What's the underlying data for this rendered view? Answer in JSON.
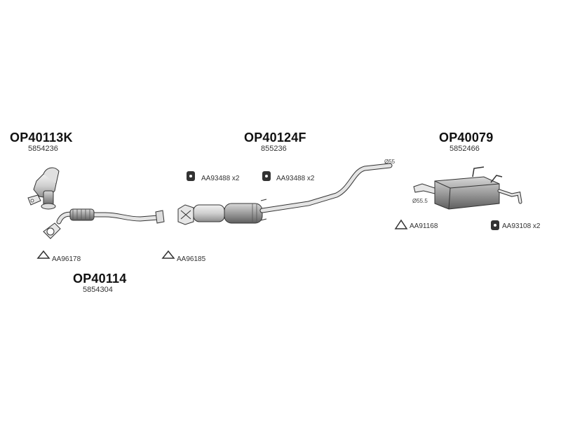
{
  "parts": {
    "cat_front": {
      "code": "OP40113K",
      "oem": "5854236"
    },
    "front_pipe": {
      "code": "OP40114",
      "oem": "5854304"
    },
    "dpf_middle": {
      "code": "OP40124F",
      "oem": "855236"
    },
    "rear_silencer": {
      "code": "OP40079",
      "oem": "5852466"
    }
  },
  "accessories": [
    {
      "ref": "AA96178",
      "icon": "gasket-icon"
    },
    {
      "ref": "AA96185",
      "icon": "gasket-icon"
    },
    {
      "ref": "AA93488 x2",
      "icon": "rubber-hanger-icon"
    },
    {
      "ref": "AA93488 x2",
      "icon": "rubber-hanger-icon"
    },
    {
      "ref": "AA91168",
      "icon": "gasket-icon"
    },
    {
      "ref": "AA93108 x2",
      "icon": "rubber-hanger-icon"
    }
  ],
  "dimensions": {
    "pipe_end": "Ø55",
    "silencer_inlet": "Ø55.5"
  }
}
